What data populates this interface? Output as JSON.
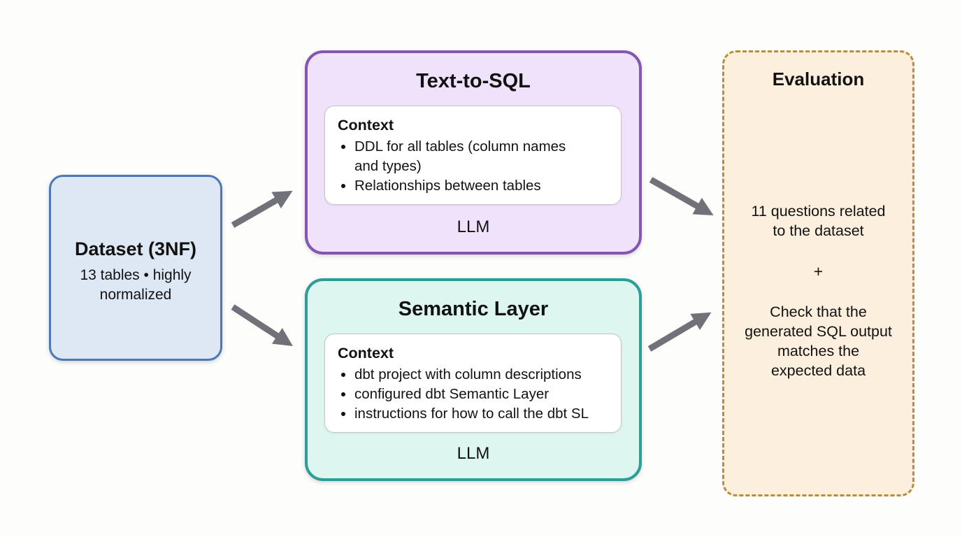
{
  "canvas": {
    "background": "#fdfdfb",
    "text_color": "#121212"
  },
  "nodes": {
    "dataset": {
      "title": "Dataset (3NF)",
      "subtitle": "13 tables • highly normalized",
      "subtitle_lines": [
        "13 tables • highly",
        "normalized"
      ],
      "fill": "#dee8f5",
      "border": "#4c79b6"
    },
    "text_to_sql": {
      "title": "Text-to-SQL",
      "context_title": "Context",
      "bullets": [
        "DDL for all tables (column names and types)",
        "Relationships between tables"
      ],
      "llm": "LLM",
      "fill": "#f0e2fa",
      "border": "#8356b3"
    },
    "semantic_layer": {
      "title": "Semantic Layer",
      "context_title": "Context",
      "bullets": [
        "dbt project with column descriptions",
        "configured dbt Semantic Layer",
        "instructions for how to call the dbt SL"
      ],
      "llm": "LLM",
      "fill": "#ddf6ef",
      "border": "#2e9d95"
    },
    "evaluation": {
      "title": "Evaluation",
      "item1": "11 questions related to the dataset",
      "item1_lines": [
        "11 questions related",
        "to the dataset"
      ],
      "separator": "+",
      "item2": "Check that the generated SQL output matches the expected data",
      "item2_lines": [
        "Check that the",
        "generated SQL output",
        "matches the",
        "expected data"
      ],
      "fill": "#fcefdd",
      "border": "#b5903c"
    }
  },
  "context_panel": {
    "background": "#ffffff",
    "border": "#c6c4ca"
  },
  "arrows": {
    "color": "#717179"
  }
}
